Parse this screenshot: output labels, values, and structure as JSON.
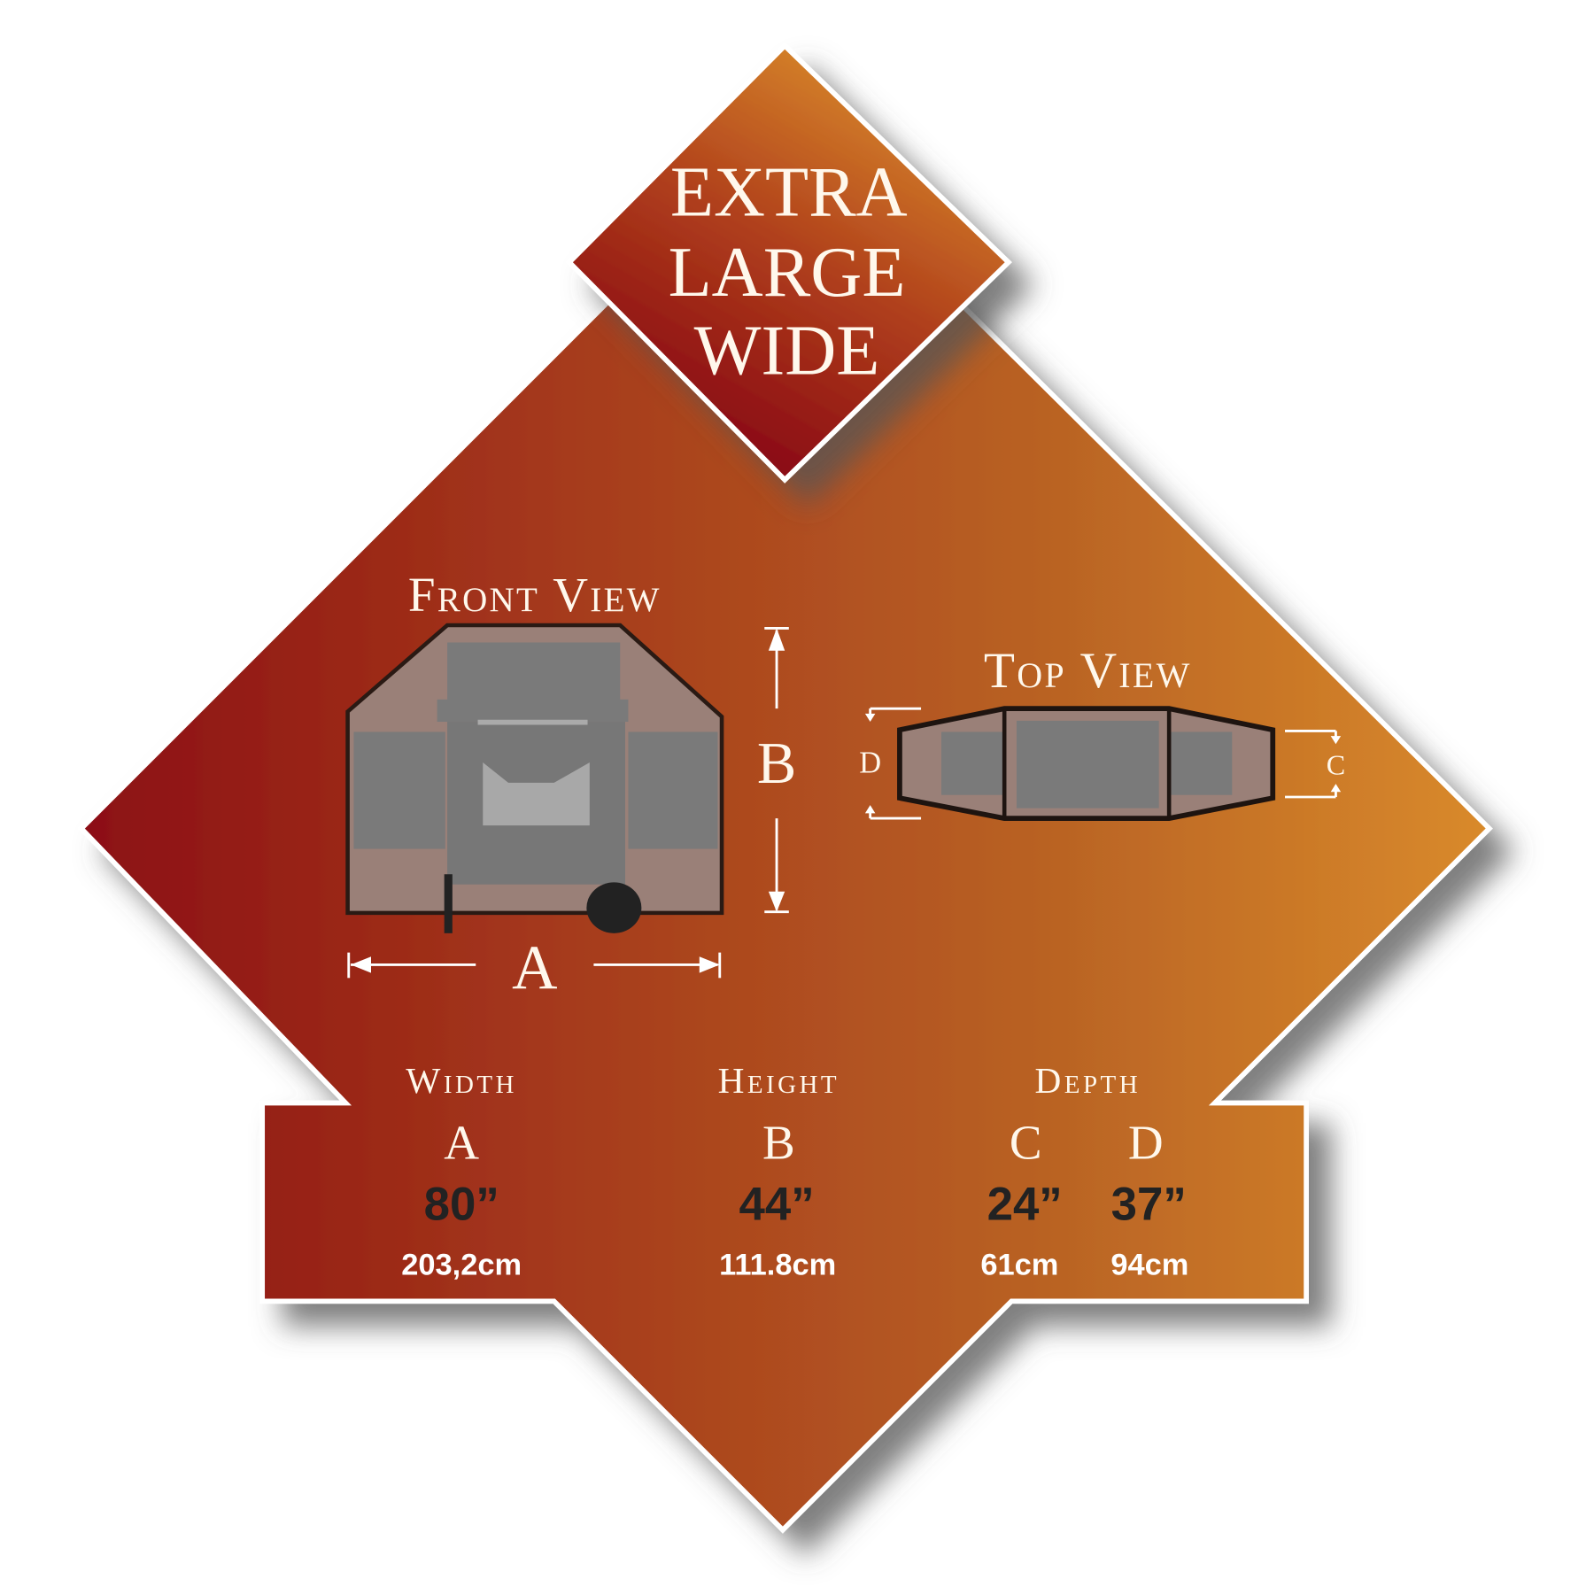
{
  "badge": {
    "lines": [
      "EXTRA",
      "LARGE",
      "WIDE"
    ]
  },
  "front_view": {
    "title": "Front View",
    "label_a": "A",
    "label_b": "B"
  },
  "top_view": {
    "title": "Top View",
    "label_c": "C",
    "label_d": "D"
  },
  "dimensions": {
    "width": {
      "header": "Width",
      "letter": "A",
      "inches": "80”",
      "cm": "203,2cm"
    },
    "height": {
      "header": "Height",
      "letter": "B",
      "inches": "44”",
      "cm": "111.8cm"
    },
    "depth": {
      "header": "Depth",
      "c": {
        "letter": "C",
        "inches": "24”",
        "cm": "61cm"
      },
      "d": {
        "letter": "D",
        "inches": "37”",
        "cm": "94cm"
      }
    }
  },
  "colors": {
    "dark_red": "#8c0f12",
    "orange": "#d98a2b",
    "value_text": "#222222"
  }
}
